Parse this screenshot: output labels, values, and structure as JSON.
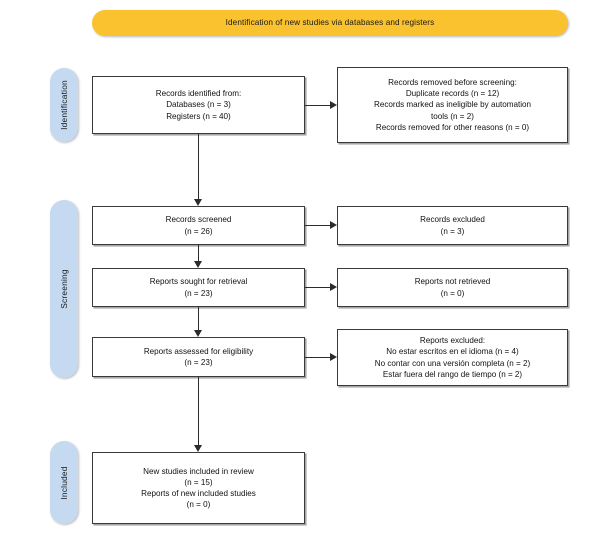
{
  "banner": {
    "title": "Identification of new studies via databases and registers",
    "color": "#f9c22e"
  },
  "stages": [
    {
      "id": "identification",
      "label": "Identification",
      "color": "#c5d9f1"
    },
    {
      "id": "screening",
      "label": "Screening",
      "color": "#c5d9f1"
    },
    {
      "id": "included",
      "label": "Included",
      "color": "#c5d9f1"
    }
  ],
  "boxes": {
    "records_identified": {
      "lines": [
        "Records identified from:",
        "Databases (n = 3)",
        "Registers (n = 40)"
      ]
    },
    "records_removed": {
      "lines": [
        "Records removed before screening:",
        "Duplicate records (n = 12)",
        "Records marked as ineligible by automation",
        "tools (n = 2)",
        "Records removed for other reasons (n = 0)"
      ]
    },
    "records_screened": {
      "lines": [
        "Records screened",
        "(n = 26)"
      ]
    },
    "records_excluded": {
      "lines": [
        "Records excluded",
        "(n = 3)"
      ]
    },
    "reports_sought": {
      "lines": [
        "Reports sought for retrieval",
        "(n = 23)"
      ]
    },
    "reports_not_retrieved": {
      "lines": [
        "Reports not retrieved",
        "(n = 0)"
      ]
    },
    "reports_assessed": {
      "lines": [
        "Reports assessed for eligibility",
        "(n = 23)"
      ]
    },
    "reports_excluded": {
      "lines": [
        "Reports excluded:",
        "No estar escritos en el idioma (n = 4)",
        "No contar con una versión completa (n = 2)",
        "Estar fuera del rango de tiempo (n = 2)"
      ]
    },
    "studies_included": {
      "lines": [
        "New studies included in review",
        "(n = 15)",
        "Reports of new included studies",
        "(n = 0)"
      ]
    }
  }
}
